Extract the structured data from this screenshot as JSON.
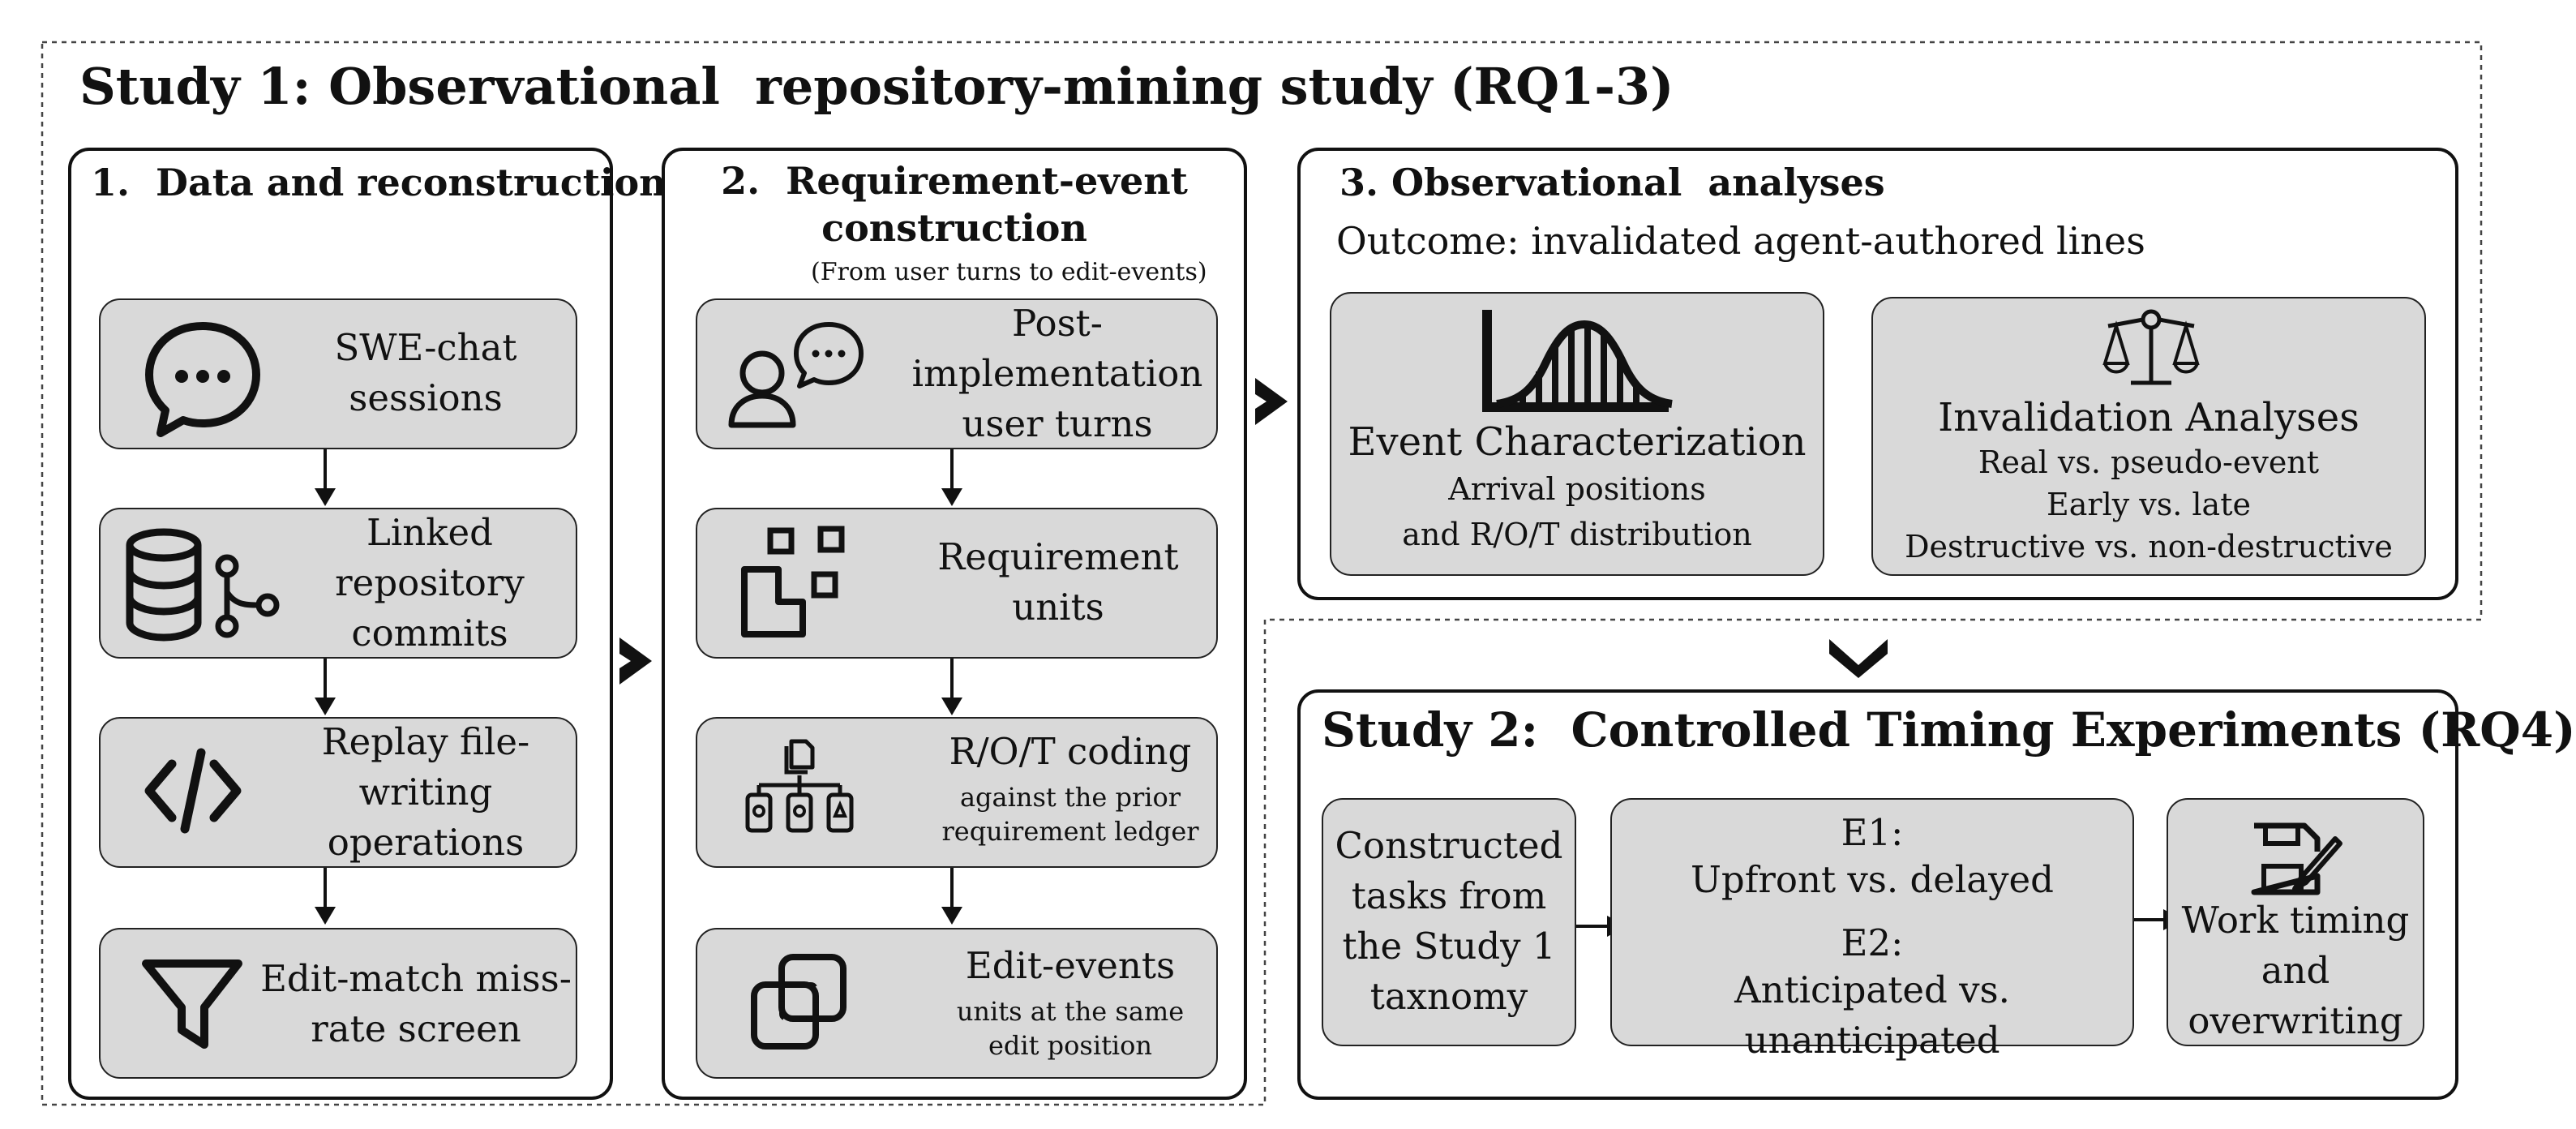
{
  "study1": {
    "title": "Study 1: Observational  repository-mining study (RQ1-3)",
    "panel1": {
      "title": "1.  Data and reconstruction",
      "nodes": [
        {
          "label": "SWE-chat\nsessions",
          "icon": "chat-bubble-icon"
        },
        {
          "label": "Linked\nrepository\ncommits",
          "icon": "database-branch-icon"
        },
        {
          "label": "Replay file-\nwriting\noperations",
          "icon": "code-icon"
        },
        {
          "label": "Edit-match miss-\nrate screen",
          "icon": "filter-funnel-icon"
        }
      ]
    },
    "panel2": {
      "title": "2.  Requirement-event\nconstruction",
      "subtitle": "(From user turns to edit-events)",
      "nodes": [
        {
          "label": "Post-\nimplementation\nuser turns",
          "icon": "user-chat-icon"
        },
        {
          "label": "Requirement\nunits",
          "icon": "blocks-icon"
        },
        {
          "label": "R/O/T coding",
          "sub": "against the prior\nrequirement ledger",
          "icon": "hierarchy-icon"
        },
        {
          "label": "Edit-events",
          "sub": "units at the same\nedit position",
          "icon": "overlap-squares-icon"
        }
      ]
    },
    "panel3": {
      "title": "3. Observational  analyses",
      "outcome": "Outcome: invalidated agent-authored lines",
      "card1": {
        "title": "Event Characterization",
        "lines": [
          "Arrival positions",
          "and R/O/T distribution"
        ],
        "icon": "distribution-histogram-icon"
      },
      "card2": {
        "title": "Invalidation Analyses",
        "lines": [
          "Real vs. pseudo-event",
          "Early vs. late",
          "Destructive vs. non-destructive"
        ],
        "icon": "balance-scale-icon"
      }
    }
  },
  "study2": {
    "title": "Study 2:  Controlled Timing Experiments (RQ4)",
    "box1": "Constructed\ntasks from\nthe Study 1\ntaxnomy",
    "box2": {
      "e1_label": "E1:",
      "e1": "Upfront vs. delayed",
      "e2_label": "E2:",
      "e2": "Anticipated vs. unanticipated"
    },
    "box3": {
      "label": "Work timing\nand\noverwriting",
      "icon": "floppy-pen-icon"
    }
  },
  "colors": {
    "node_fill": "#d9d9d9",
    "stroke": "#111111",
    "background": "#ffffff"
  }
}
